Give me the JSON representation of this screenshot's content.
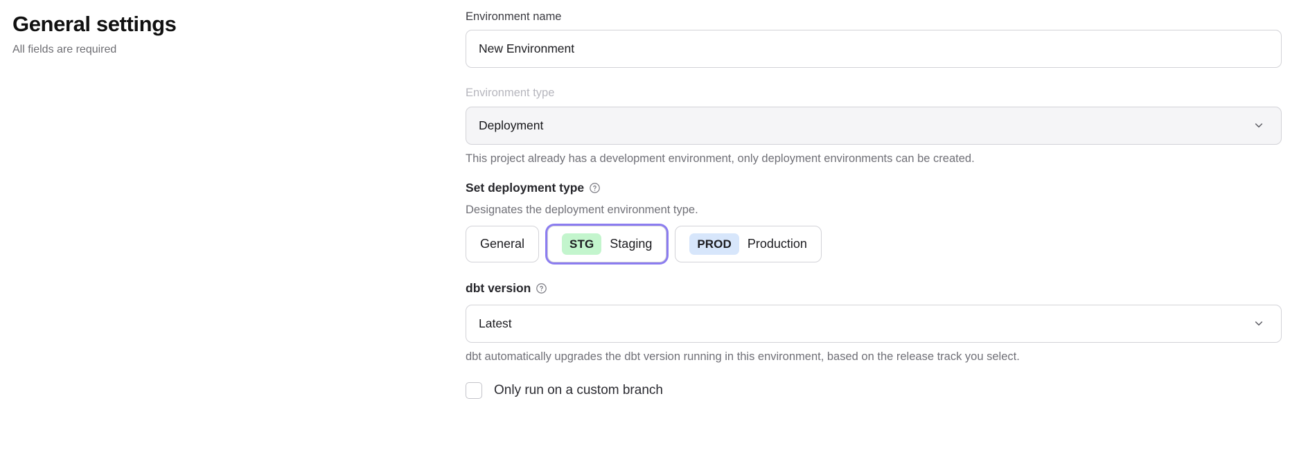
{
  "header": {
    "title": "General settings",
    "subtitle": "All fields are required"
  },
  "form": {
    "environment_name": {
      "label": "Environment name",
      "value": "New Environment",
      "placeholder": "Environment name"
    },
    "environment_type": {
      "label": "Environment type",
      "value": "Deployment",
      "disabled": true,
      "help": "This project already has a development environment, only deployment environments can be created.",
      "chevron_icon": "chevron-down-icon"
    },
    "deployment_type": {
      "heading": "Set deployment type",
      "help_icon": "question-circle-icon",
      "description": "Designates the deployment environment type.",
      "options": [
        {
          "id": "general",
          "badge": "",
          "label": "General",
          "selected": false
        },
        {
          "id": "staging",
          "badge": "STG",
          "label": "Staging",
          "selected": true
        },
        {
          "id": "production",
          "badge": "PROD",
          "label": "Production",
          "selected": false
        }
      ]
    },
    "dbt_version": {
      "heading": "dbt version",
      "help_icon": "question-circle-icon",
      "value": "Latest",
      "help": "dbt automatically upgrades the dbt version running in this environment, based on the release track you select.",
      "chevron_icon": "chevron-down-icon"
    },
    "custom_branch": {
      "label": "Only run on a custom branch",
      "checked": false
    }
  },
  "colors": {
    "focus_ring": "#8b7cf0",
    "badge_stg_bg": "#c3f5cd",
    "badge_prod_bg": "#d7e6fb",
    "disabled_bg": "#f5f5f7",
    "border": "#d2d2d7",
    "muted_text": "#707077"
  }
}
